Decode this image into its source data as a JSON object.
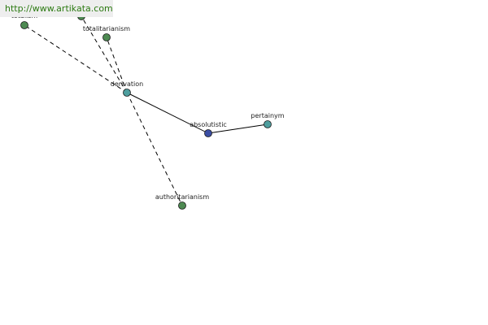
{
  "watermark": "http://www.artikata.com",
  "graph": {
    "nodes": [
      {
        "id": "totalism",
        "label": "totalism",
        "color": "#4e8a52"
      },
      {
        "id": "totalitarian",
        "label": "",
        "color": "#4e8a52"
      },
      {
        "id": "totalitarianism",
        "label": "totalitarianism",
        "color": "#4e8a52"
      },
      {
        "id": "derivation",
        "label": "derivation",
        "color": "#4e9e9e"
      },
      {
        "id": "absolutistic",
        "label": "absolutistic",
        "color": "#3b4ea3"
      },
      {
        "id": "pertainym",
        "label": "pertainym",
        "color": "#4e9e9e"
      },
      {
        "id": "authoritarianism",
        "label": "authoritarianism",
        "color": "#4e8a52"
      }
    ],
    "edges": [
      {
        "from": "derivation",
        "to": "absolutistic",
        "style": "solid"
      },
      {
        "from": "absolutistic",
        "to": "pertainym",
        "style": "solid"
      },
      {
        "from": "derivation",
        "to": "totalism",
        "style": "dashed"
      },
      {
        "from": "derivation",
        "to": "totalitarian",
        "style": "dashed"
      },
      {
        "from": "derivation",
        "to": "totalitarianism",
        "style": "dashed"
      },
      {
        "from": "derivation",
        "to": "authoritarianism",
        "style": "dashed"
      }
    ]
  }
}
